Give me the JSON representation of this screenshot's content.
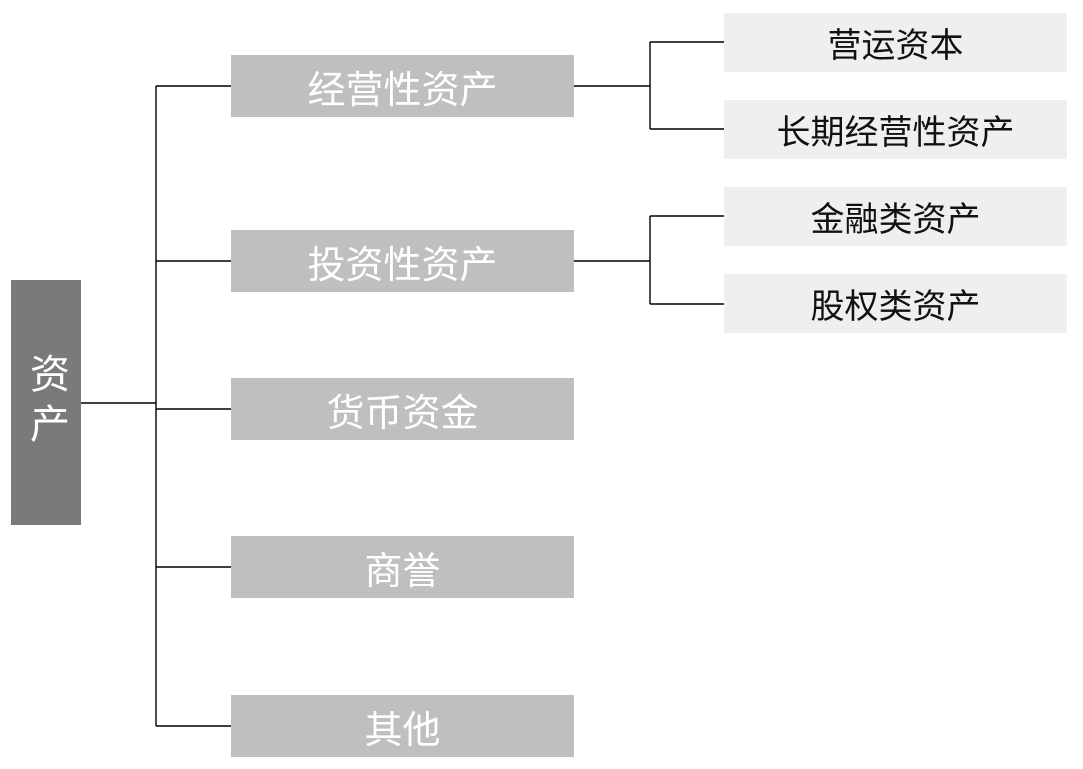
{
  "root": {
    "label": "资产"
  },
  "categories": [
    {
      "label": "经营性资产",
      "children": [
        "营运资本",
        "长期经营性资产"
      ]
    },
    {
      "label": "投资性资产",
      "children": [
        "金融类资产",
        "股权类资产"
      ]
    },
    {
      "label": "货币资金",
      "children": []
    },
    {
      "label": "商誉",
      "children": []
    },
    {
      "label": "其他",
      "children": []
    }
  ],
  "colors": {
    "root_fill": "#7a7a7a",
    "category_fill": "#bfbfbf",
    "subcategory_fill": "#efefef",
    "connector": "#000000"
  }
}
